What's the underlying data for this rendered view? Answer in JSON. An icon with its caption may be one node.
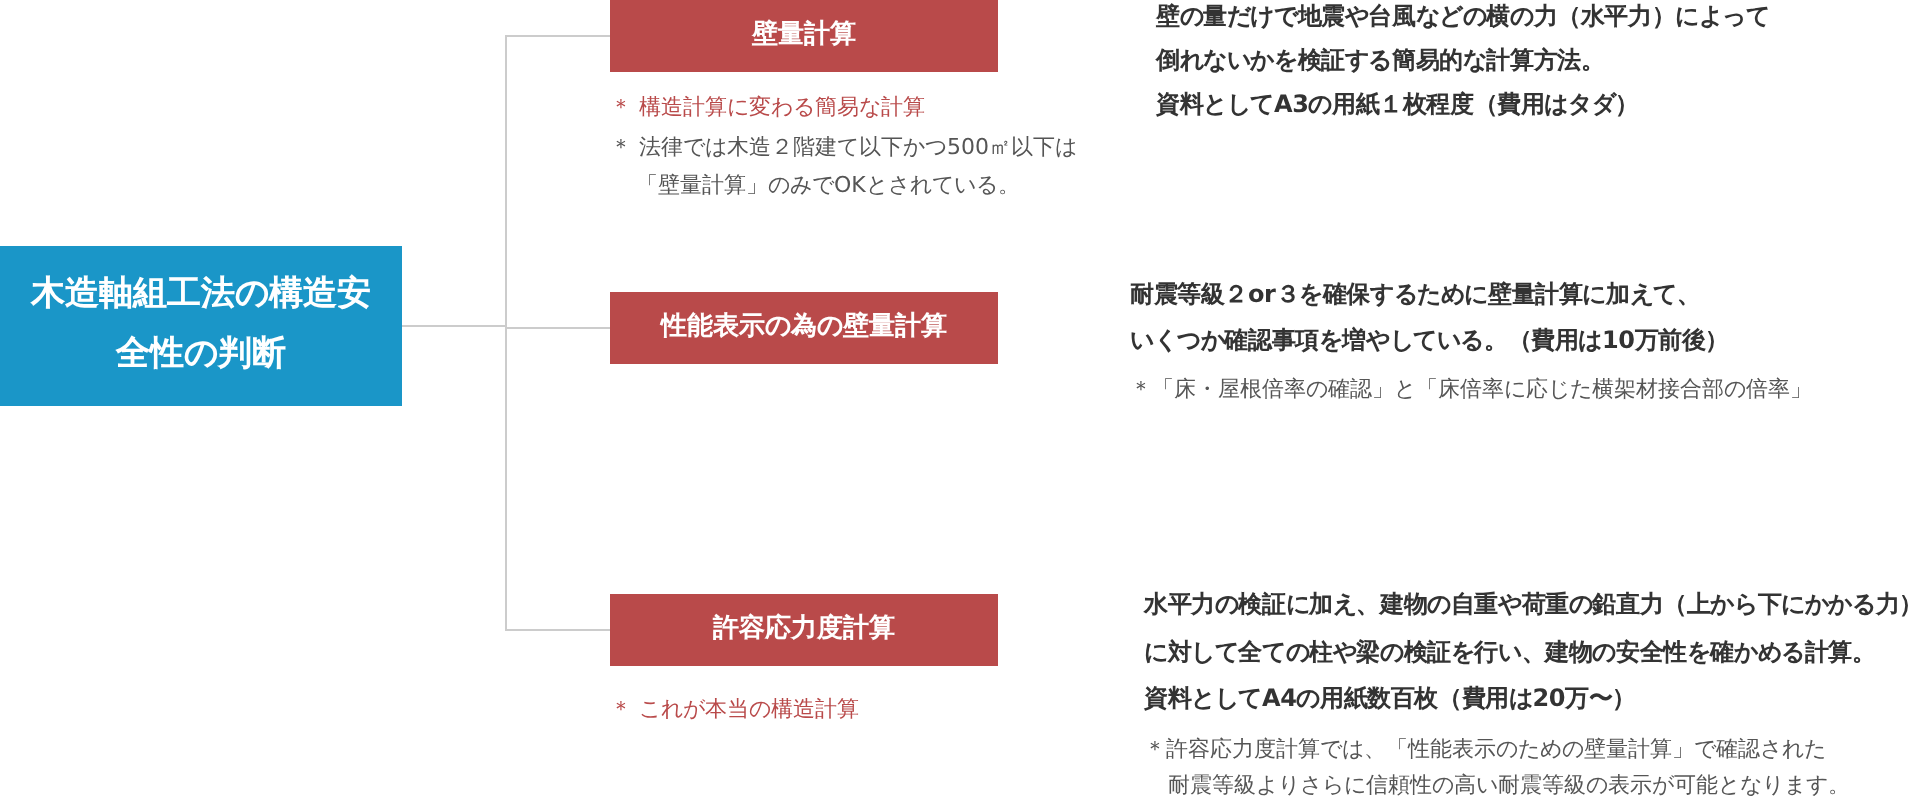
{
  "diagram": {
    "nodes": [
      {
        "text": [
          "木造軸組工法の構造安全性の判断"
        ]
      },
      {
        "text": [
          "壁量計算"
        ],
        "beside": [
          "＊ 構造計算に変わる簡易な計算",
          "＊ 法律では木造２階建て以下かつ500㎡以下は",
          "「壁量計算」のみでOKとされている。",
          "壁の量だけで地震や台風などの横の力（水平力）によって",
          "倒れないかを検証する簡易的な計算方法。",
          "資料としてA3の用紙１枚程度（費用はタダ）"
        ]
      },
      {
        "text": [
          "性能表示の為の壁量計算"
        ],
        "beside": [
          "耐震等級２or３を確保するために壁量計算に加えて、",
          "いくつか確認事項を増やしている。（費用は10万前後）",
          "＊「床・屋根倍率の確認」と「床倍率に応じた横架材接合部の倍率」"
        ]
      },
      {
        "text": [
          "許容応力度計算"
        ],
        "beside": [
          "＊ これが本当の構造計算",
          "水平力の検証に加え、建物の自重や荷重の鉛直力（上から下にかかる力）",
          "に対して全ての柱や梁の検証を行い、建物の安全性を確かめる計算。",
          "資料としてA4の用紙数百枚（費用は20万〜）",
          "＊許容応力度計算では、「性能表示のための壁量計算」で確認された",
          "耐震等級よりさらに信頼性の高い耐震等級の表示が可能となります。"
        ]
      }
    ],
    "edges": [
      {
        "from": 0,
        "to": 1,
        "arrow": "none"
      },
      {
        "from": 0,
        "to": 2,
        "arrow": "none"
      },
      {
        "from": 0,
        "to": 3,
        "arrow": "none"
      }
    ]
  }
}
